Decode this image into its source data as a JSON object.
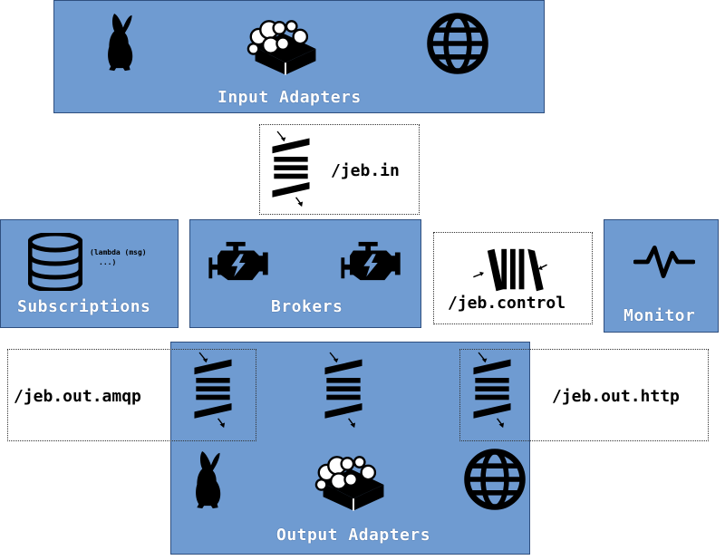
{
  "input_adapters": {
    "label": "Input Adapters",
    "icons": [
      "rabbit-icon",
      "soap-icon",
      "globe-icon"
    ]
  },
  "jeb_in": {
    "label": "/jeb.in",
    "icon": "queue-icon"
  },
  "subscriptions": {
    "label": "Subscriptions",
    "code_line1": "(lambda (msg)",
    "code_line2": "...)",
    "icon": "database-icon"
  },
  "brokers": {
    "label": "Brokers",
    "icons": [
      "engine-icon",
      "engine-icon"
    ]
  },
  "jeb_control": {
    "label": "/jeb.control",
    "icon": "control-queue-icon"
  },
  "monitor": {
    "label": "Monitor",
    "icon": "pulse-icon"
  },
  "output_adapters": {
    "label": "Output Adapters",
    "icons": [
      "rabbit-icon",
      "soap-icon",
      "globe-icon"
    ]
  },
  "jeb_out_amqp": {
    "label": "/jeb.out.amqp"
  },
  "jeb_out_http": {
    "label": "/jeb.out.http"
  },
  "colors": {
    "box_fill": "#6f9bd1",
    "box_border": "#2f4f7f",
    "label_white": "#ffffff",
    "icon": "#000000"
  }
}
